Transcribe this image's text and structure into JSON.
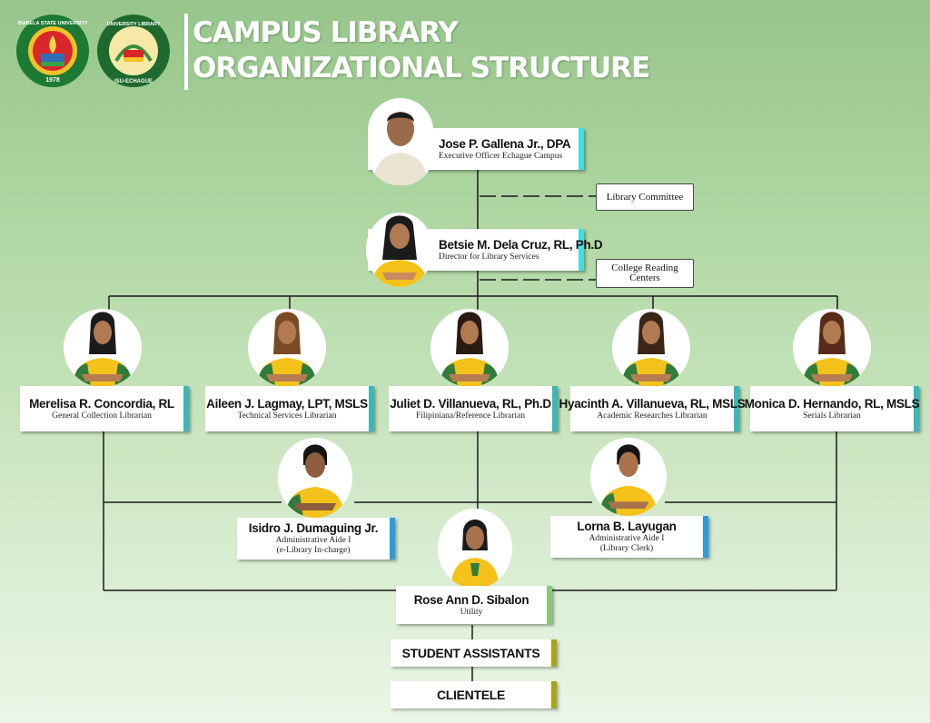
{
  "header": {
    "title_line1": "CAMPUS LIBRARY",
    "title_line2": "ORGANIZATIONAL STRUCTURE",
    "logo1": {
      "top_text": "ISABELA STATE UNIVERSITY",
      "bottom_text": "1978"
    },
    "logo2": {
      "top_text": "UNIVERSITY LIBRARY",
      "bottom_text": "ISU-ECHAGUE"
    }
  },
  "executive": {
    "name": "Jose P. Gallena Jr., DPA",
    "position": "Executive Officer Echague Campus"
  },
  "committee": {
    "label": "Library Committee"
  },
  "director": {
    "name": "Betsie  M. Dela Cruz, RL, Ph.D",
    "position": "Director for Library Services"
  },
  "reading_centers": {
    "line1": "College Reading",
    "line2": "Centers"
  },
  "librarians": [
    {
      "name": "Merelisa R. Concordia, RL",
      "position": "General Collection Librarian"
    },
    {
      "name": "Aileen J. Lagmay, LPT, MSLS",
      "position": "Technical Services Librarian"
    },
    {
      "name": "Juliet D. Villanueva, RL, Ph.D",
      "position": "Filipiniana/Reference Librarian"
    },
    {
      "name": "Hyacinth A. Villanueva, RL, MSLS",
      "position": "Academic Researches Librarian"
    },
    {
      "name": "Monica D. Hernando, RL, MSLS",
      "position": "Serials Librarian"
    }
  ],
  "aides": [
    {
      "name": "Isidro J. Dumaguing Jr.",
      "position1": "Administrative Aide I",
      "position2": "(e-Library In-charge)"
    },
    {
      "name": "Lorna B. Layugan",
      "position1": "Administrative Aide I",
      "position2": "(Library Clerk)"
    }
  ],
  "utility": {
    "name": "Rose Ann D. Sibalon",
    "position": "Utility"
  },
  "student_assistants": "STUDENT ASSISTANTS",
  "clientele": "CLIENTELE",
  "colors": {
    "accent_teal": "#3ab8b8",
    "accent_blue": "#2a9de0",
    "accent_green": "#8bc77a",
    "accent_olive": "#aaa514",
    "uniform_yellow": "#f4c21a",
    "uniform_green": "#2f7d3a"
  }
}
